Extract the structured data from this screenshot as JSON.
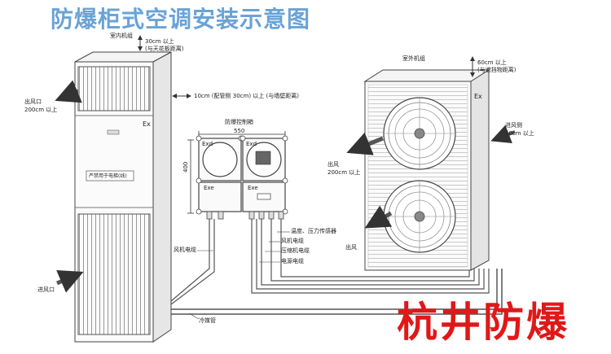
{
  "title": "防爆柜式空调安装示意图",
  "brand": "杭井防爆",
  "indoor": {
    "unit_label": "室内机组",
    "top_clearance": "30cm 以上",
    "top_clearance_note": "(与天花板距离)",
    "outlet_label": "出风口",
    "outlet_distance": "200cm 以上",
    "inlet_label": "进风口",
    "ex_mark": "Ex",
    "panel_label": "严禁用于电梯(线)"
  },
  "side_clearance": "10cm (配管侧 30cm) 以上 (与墙壁距离)",
  "control_box": {
    "label": "防爆控制箱",
    "width": "550",
    "height": "400",
    "exd_1": "Exd",
    "exd_2": "Exd",
    "exe_1": "Exe",
    "exe_2": "Exe"
  },
  "cables": {
    "temp_pressure": "温度、压力传感器",
    "fan": "风机电缆",
    "compressor": "压缩机电缆",
    "power": "电源电缆",
    "fan_left": "风机电缆",
    "refrigerant": "冷媒管"
  },
  "outdoor": {
    "unit_label": "室外机组",
    "top_clearance": "60cm 以上",
    "top_clearance_note": "(与遮挡物距离)",
    "ex_mark": "Ex",
    "inlet_side": "进风侧",
    "inlet_distance": "10cm 以上",
    "outlet_label": "出风",
    "outlet_distance": "200cm 以上",
    "outlet_lower": "出风"
  }
}
